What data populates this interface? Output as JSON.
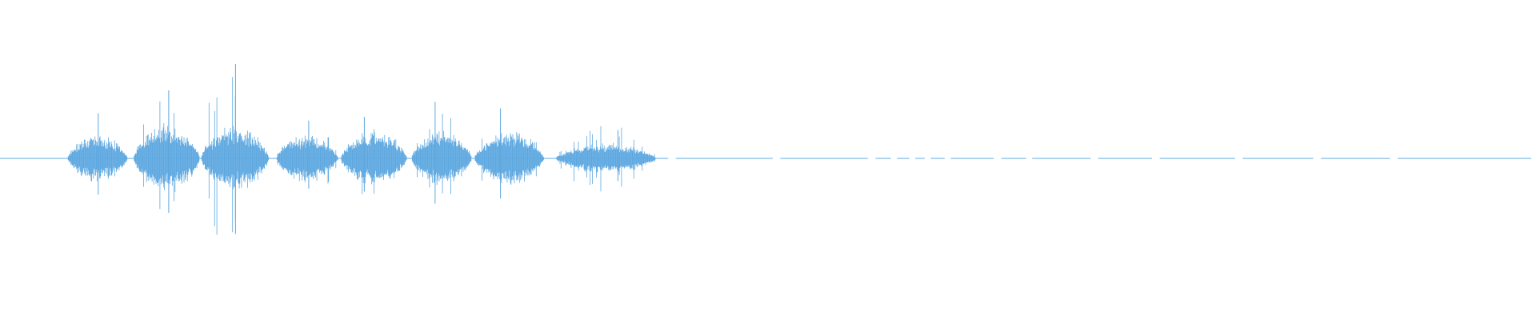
{
  "waveform": {
    "color": "#5ea8e0",
    "background": "#ffffff",
    "duration_fraction_with_audio": 0.43,
    "bursts": [
      {
        "start": 0.044,
        "end": 0.083,
        "peak": 0.48,
        "body": 0.22
      },
      {
        "start": 0.087,
        "end": 0.13,
        "peak": 0.72,
        "body": 0.32
      },
      {
        "start": 0.131,
        "end": 0.175,
        "peak": 1.0,
        "body": 0.3
      },
      {
        "start": 0.18,
        "end": 0.22,
        "peak": 0.4,
        "body": 0.22
      },
      {
        "start": 0.222,
        "end": 0.265,
        "peak": 0.44,
        "body": 0.26
      },
      {
        "start": 0.268,
        "end": 0.307,
        "peak": 0.6,
        "body": 0.26
      },
      {
        "start": 0.309,
        "end": 0.354,
        "peak": 0.53,
        "body": 0.25
      },
      {
        "start": 0.362,
        "end": 0.427,
        "peak": 0.3,
        "body": 0.14
      }
    ],
    "baseline_gaps": [
      0.435,
      0.44,
      0.503,
      0.508,
      0.565,
      0.57,
      0.58,
      0.584,
      0.592,
      0.596,
      0.602,
      0.606,
      0.615,
      0.619,
      0.647,
      0.652,
      0.668,
      0.672,
      0.71,
      0.715,
      0.75,
      0.755,
      0.804,
      0.809,
      0.855,
      0.86,
      0.905,
      0.91,
      0.997,
      1.0
    ]
  }
}
